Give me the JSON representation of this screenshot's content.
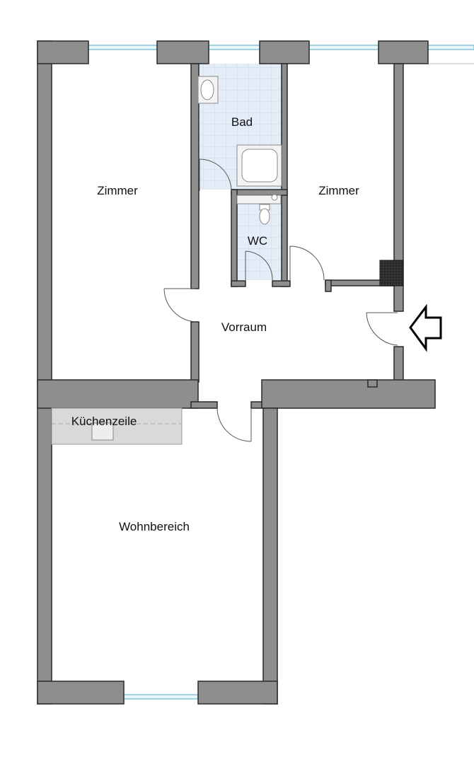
{
  "plan": {
    "rooms": [
      {
        "id": "zimmer-left",
        "label": "Zimmer"
      },
      {
        "id": "bad",
        "label": "Bad"
      },
      {
        "id": "zimmer-right",
        "label": "Zimmer"
      },
      {
        "id": "wc",
        "label": "WC"
      },
      {
        "id": "vorraum",
        "label": "Vorraum"
      },
      {
        "id": "kuechenzeile",
        "label": "Küchenzeile"
      },
      {
        "id": "wohnbereich",
        "label": "Wohnbereich"
      }
    ],
    "colors": {
      "wall": "#8e8e8e",
      "bathroom_tile": "#e3ecf7",
      "window": "#6fb8cf",
      "chimney": "#2b2b2b"
    },
    "entrance_icon": "arrow-left-outline-icon"
  }
}
